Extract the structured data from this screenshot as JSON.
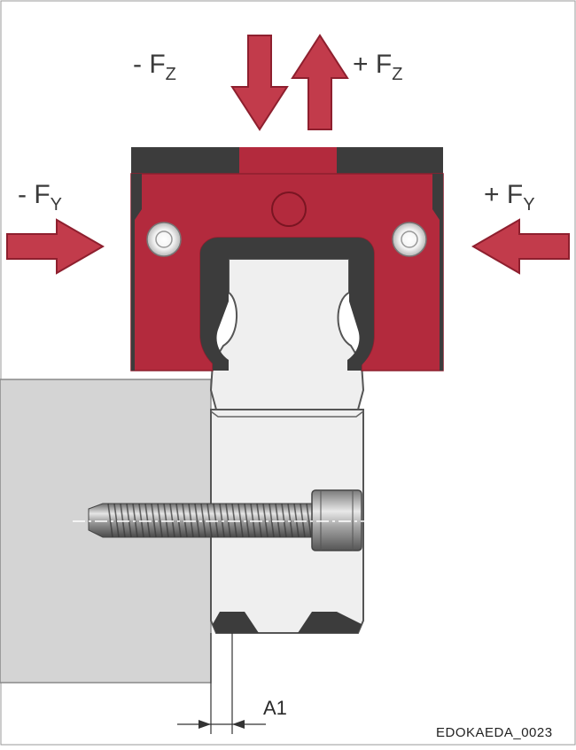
{
  "labels": {
    "neg_fz": {
      "sign": "- ",
      "letter": "F",
      "sub": "Z"
    },
    "pos_fz": {
      "sign": "+ ",
      "letter": "F",
      "sub": "Z"
    },
    "neg_fy": {
      "sign": "- ",
      "letter": "F",
      "sub": "Y"
    },
    "pos_fy": {
      "sign": "+ ",
      "letter": "F",
      "sub": "Y"
    },
    "dimension": "A1",
    "figure_code": "EDOKAEDA_0023"
  },
  "colors": {
    "carriage_red": "#b32a3d",
    "arrow_fill": "#c23b4b",
    "arrow_stroke": "#8e1f2e",
    "dark_seal": "#3c3c3c",
    "rail_fill": "#efefef",
    "base_gray": "#d4d4d4",
    "outline": "#555555"
  },
  "icons": {
    "force_arrow": "arrow",
    "screw": "socket-head-cap-screw",
    "ball_recirculation": "circle"
  }
}
